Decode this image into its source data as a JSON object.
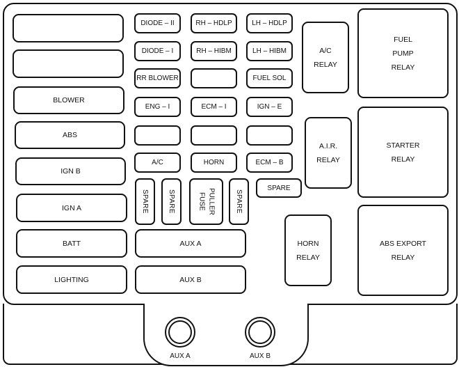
{
  "diagram": {
    "title": "",
    "left_column": [
      {
        "id": "left-1",
        "label": ""
      },
      {
        "id": "left-2",
        "label": ""
      },
      {
        "id": "blower",
        "label": "BLOWER"
      },
      {
        "id": "abs",
        "label": "ABS"
      },
      {
        "id": "ign-b",
        "label": "IGN B"
      },
      {
        "id": "ign-a",
        "label": "IGN A"
      },
      {
        "id": "batt",
        "label": "BATT"
      },
      {
        "id": "lighting",
        "label": "LIGHTING"
      }
    ],
    "fuse_grid": {
      "rows": [
        [
          "DIODE – II",
          "RH – HDLP",
          "LH – HDLP"
        ],
        [
          "DIODE – I",
          "RH – HIBM",
          "LH – HIBM"
        ],
        [
          "RR BLOWER",
          "",
          "FUEL SOL"
        ],
        [
          "ENG – I",
          "ECM – I",
          "IGN – E"
        ],
        [
          "",
          "",
          ""
        ],
        [
          "A/C",
          "HORN",
          "ECM – B"
        ]
      ]
    },
    "vertical_slots": {
      "spare_1": "SPARE",
      "spare_2": "SPARE",
      "fuse_puller_line1": "FUSE",
      "fuse_puller_line2": "PULLER",
      "spare_3": "SPARE",
      "spare_4": "SPARE"
    },
    "wide_fuses": {
      "aux_a": "AUX A",
      "aux_b": "AUX B"
    },
    "relays": {
      "ac_relay": [
        "A/C",
        "RELAY"
      ],
      "air_relay": [
        "A.I.R.",
        "RELAY"
      ],
      "horn_relay": [
        "HORN",
        "RELAY"
      ],
      "fuel_pump_relay": [
        "FUEL",
        "PUMP",
        "RELAY"
      ],
      "starter_relay": [
        "STARTER",
        "RELAY"
      ],
      "abs_export_relay": [
        "ABS EXPORT",
        "RELAY"
      ]
    },
    "sockets": {
      "aux_a": "AUX A",
      "aux_b": "AUX B"
    }
  }
}
